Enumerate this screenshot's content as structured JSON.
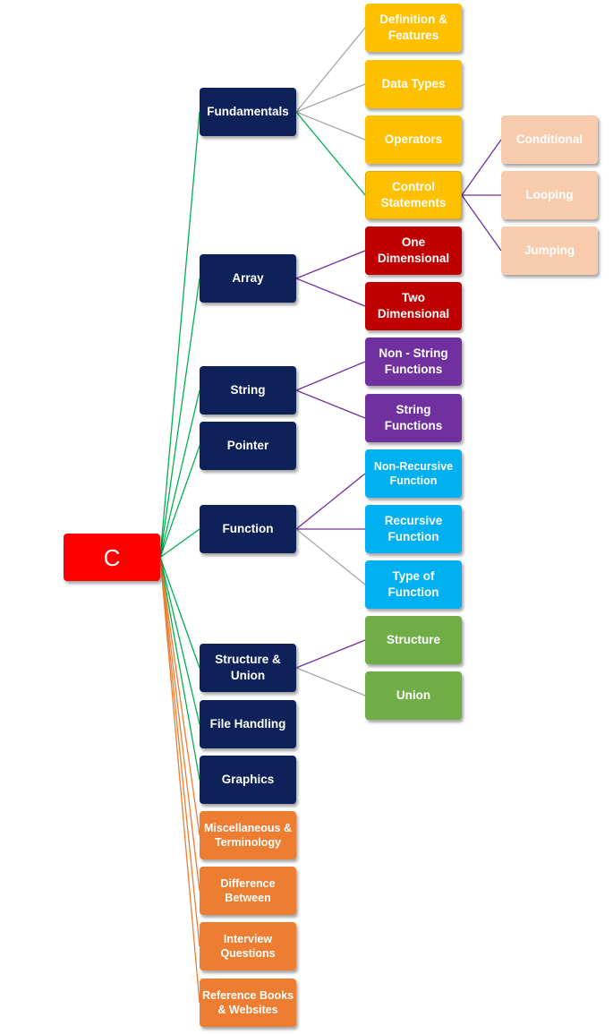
{
  "colors": {
    "root": "#ff0000",
    "topic": "#0e2159",
    "misc": "#ed7d31",
    "fundamentals": "#ffc000",
    "control": "#f8cbad",
    "array": "#c00000",
    "string": "#7030a0",
    "function": "#00b0f0",
    "structure": "#70ad47",
    "line_green": "#00b050",
    "line_orange": "#ed7d31",
    "line_gray": "#a6a6a6",
    "line_purple": "#7030a0"
  },
  "root": "C",
  "topics": {
    "fundamentals": "Fundamentals",
    "array": "Array",
    "string": "String",
    "pointer": "Pointer",
    "function": "Function",
    "structure_union": "Structure & Union",
    "file_handling": "File Handling",
    "graphics": "Graphics",
    "misc": "Miscellaneous & Terminology",
    "difference": "Difference Between",
    "interview": "Interview Questions",
    "reference": "Reference Books & Websites"
  },
  "fundamentals": {
    "definition": "Definition & Features",
    "data_types": "Data Types",
    "operators": "Operators",
    "control": "Control Statements"
  },
  "control": {
    "conditional": "Conditional",
    "looping": "Looping",
    "jumping": "Jumping"
  },
  "array": {
    "one": "One Dimensional",
    "two": "Two Dimensional"
  },
  "string": {
    "non_string": "Non - String Functions",
    "string_functions": "String Functions"
  },
  "function": {
    "non_recursive": "Non-Recursive Function",
    "recursive": "Recursive Function",
    "type": "Type of Function"
  },
  "structure": {
    "structure": "Structure",
    "union": "Union"
  }
}
